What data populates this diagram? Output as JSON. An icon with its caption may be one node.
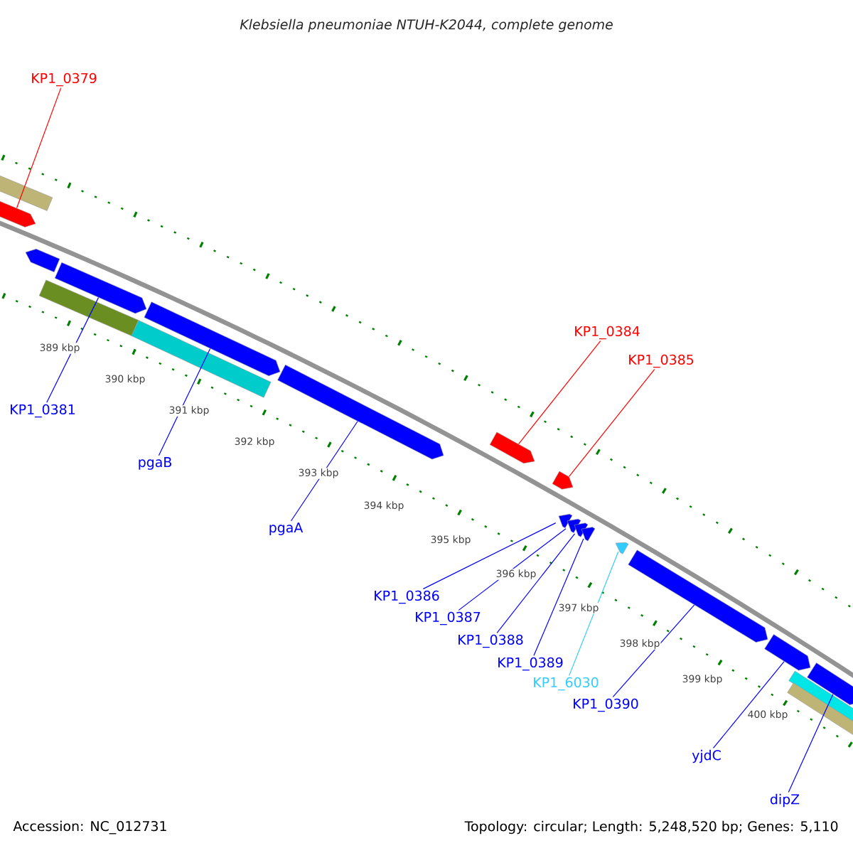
{
  "diagram": {
    "title": "Klebsiella pneumoniae NTUH-K2044, complete genome",
    "nodes": [
      {
        "text": [
          "KP1_0379"
        ]
      },
      {
        "text": [
          "KP1_0381"
        ]
      },
      {
        "text": [
          "pgaB"
        ]
      },
      {
        "text": [
          "pgaA"
        ]
      },
      {
        "text": [
          "KP1_0384"
        ]
      },
      {
        "text": [
          "KP1_0385"
        ]
      },
      {
        "text": [
          "KP1_0386"
        ]
      },
      {
        "text": [
          "KP1_0387"
        ]
      },
      {
        "text": [
          "KP1_0388"
        ]
      },
      {
        "text": [
          "KP1_0389"
        ]
      },
      {
        "text": [
          "KP1_6030"
        ]
      },
      {
        "text": [
          "KP1_0390"
        ]
      },
      {
        "text": [
          "yjdC"
        ]
      },
      {
        "text": [
          "dipZ"
        ]
      },
      {
        "text": [],
        "shape": "bar"
      },
      {
        "text": [],
        "shape": "bar"
      },
      {
        "text": [],
        "shape": "bar"
      },
      {
        "text": [],
        "shape": "bar"
      },
      {
        "text": [],
        "shape": "bar"
      },
      {
        "text": [],
        "shape": "bar"
      },
      {
        "text": [],
        "shape": "bar"
      },
      {
        "text": [],
        "shape": "bar"
      },
      {
        "text": [],
        "shape": "bar"
      },
      {
        "text": [],
        "shape": "bar"
      },
      {
        "text": [],
        "shape": "bar"
      },
      {
        "text": [],
        "shape": "bar"
      },
      {
        "text": [],
        "shape": "bar"
      },
      {
        "text": [],
        "shape": "bar"
      },
      {
        "text": [],
        "shape": "bar"
      },
      {
        "text": [],
        "shape": "bar"
      },
      {
        "text": [],
        "shape": "bar"
      },
      {
        "text": [],
        "shape": "bar"
      },
      {
        "text": [],
        "shape": "bar"
      },
      {
        "text": [],
        "shape": "bar"
      }
    ],
    "edges": [
      {
        "from": 0,
        "to": 15,
        "arrow": "none",
        "color": "#ff0000"
      },
      {
        "from": 1,
        "to": 17,
        "arrow": "none"
      },
      {
        "from": 2,
        "to": 20,
        "arrow": "none"
      },
      {
        "from": 3,
        "to": 21,
        "arrow": "none"
      },
      {
        "from": 4,
        "to": 22,
        "arrow": "none",
        "color": "#ff0000"
      },
      {
        "from": 5,
        "to": 23,
        "arrow": "none",
        "color": "#ff0000"
      },
      {
        "from": 6,
        "to": 24,
        "arrow": "none"
      },
      {
        "from": 7,
        "to": 25,
        "arrow": "none"
      },
      {
        "from": 8,
        "to": 26,
        "arrow": "none"
      },
      {
        "from": 9,
        "to": 27,
        "arrow": "none"
      },
      {
        "from": 10,
        "to": 28,
        "arrow": "none",
        "color": "#33ccff"
      },
      {
        "from": 11,
        "to": 29,
        "arrow": "none"
      },
      {
        "from": 12,
        "to": 30,
        "arrow": "none"
      },
      {
        "from": 13,
        "to": 31,
        "arrow": "none"
      }
    ],
    "labels": [
      "389 kbp",
      "390 kbp",
      "391 kbp",
      "392 kbp",
      "393 kbp",
      "394 kbp",
      "395 kbp",
      "396 kbp",
      "397 kbp",
      "398 kbp",
      "399 kbp",
      "400 kbp",
      "Accession: NC_012731",
      "Topology: circular; Length: 5,248,520 bp; Genes: 5,110"
    ]
  }
}
